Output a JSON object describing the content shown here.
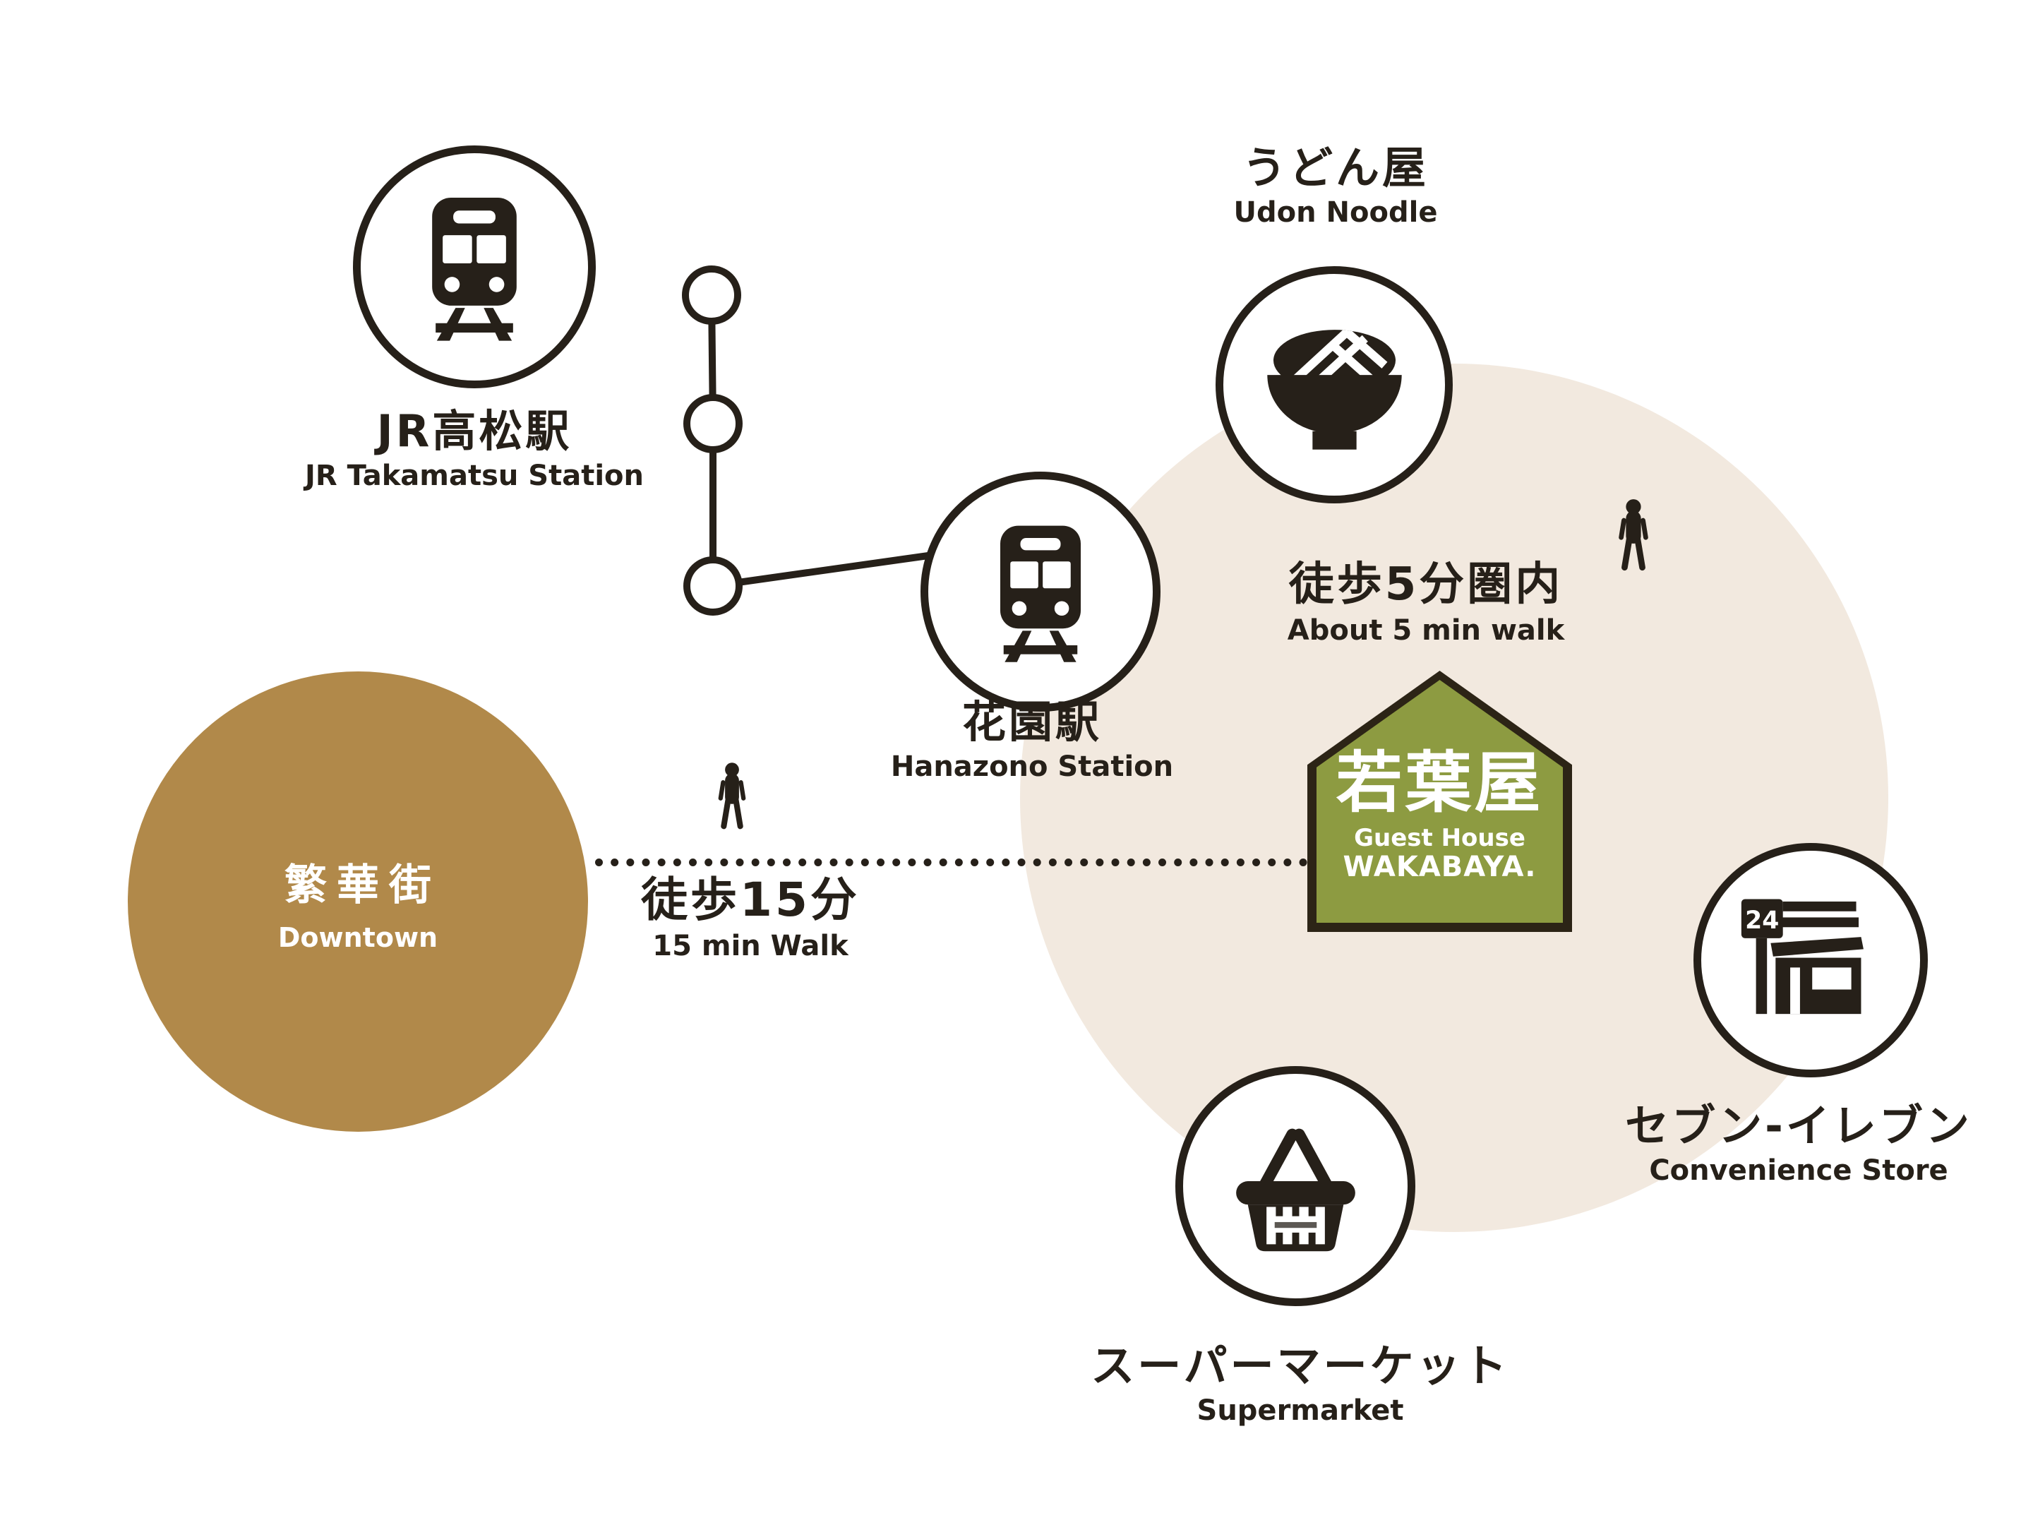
{
  "palette": {
    "background": "#ffffff",
    "zone_fill": "#f2e9df",
    "downtown_fill": "#b1894a",
    "ink": "#262019",
    "logo_green": "#8d9b41",
    "logo_border": "#2c2416",
    "text_on_dark": "#ffffff"
  },
  "nodes": {
    "jr_takamatsu": {
      "label_jp": "JR高松駅",
      "label_en": "JR Takamatsu Station",
      "icon": "train-icon"
    },
    "hanazono": {
      "label_jp": "花園駅",
      "label_en": "Hanazono Station",
      "icon": "train-icon"
    },
    "udon": {
      "label_jp": "うどん屋",
      "label_en": "Udon Noodle",
      "icon": "udon-bowl-icon"
    },
    "convenience": {
      "label_jp": "セブン-イレブン",
      "label_en": "Convenience Store",
      "icon": "convenience-store-icon",
      "sign_text": "24"
    },
    "supermarket": {
      "label_jp": "スーパーマーケット",
      "label_en": "Supermarket",
      "icon": "shopping-basket-icon"
    },
    "downtown": {
      "label_jp": "繁華街",
      "label_en": "Downtown"
    }
  },
  "walks": {
    "five_min": {
      "label_jp": "徒歩5分圏内",
      "label_en": "About 5 min walk"
    },
    "fifteen_min": {
      "label_jp": "徒歩15分",
      "label_en": "15 min Walk"
    }
  },
  "guest_house": {
    "name_jp": "若葉屋",
    "line1": "Guest House",
    "line2": "WAKABAYA."
  }
}
